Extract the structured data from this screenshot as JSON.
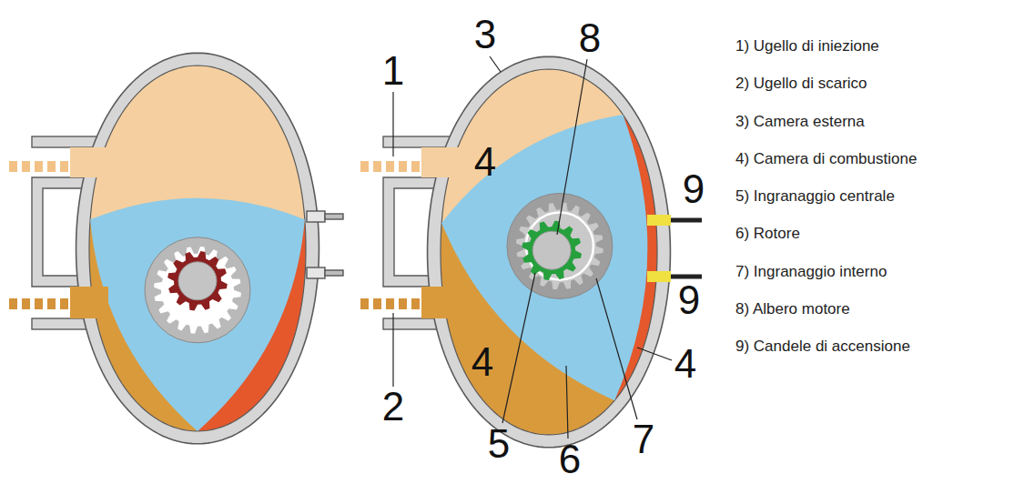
{
  "diagram": {
    "labels": [
      "3",
      "8",
      "1",
      "4",
      "9",
      "9",
      "4",
      "4",
      "2",
      "5",
      "6",
      "7",
      "1) Ugello di iniezione",
      "2) Ugello di scarico",
      "3) Camera esterna",
      "4) Camera di combustione",
      "5) Ingranaggio centrale",
      "6) Rotore",
      "7) Ingranaggio interno",
      "8) Albero motore",
      "9) Candele di accensione"
    ]
  }
}
